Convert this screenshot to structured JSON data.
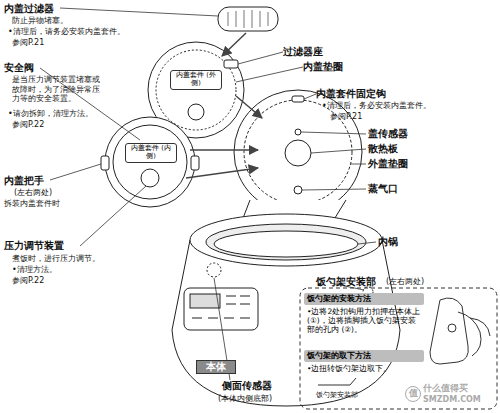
{
  "diagram": {
    "nodes": [
      {
        "text": [
          "内盖套件 (外侧)"
        ]
      },
      {
        "text": [
          "内盖套件 (内侧)"
        ]
      },
      {
        "text": [
          "本体"
        ]
      },
      {
        "text": [
          "饭勺架的安装方法",
          "•边将2处扣钩用力扣押在本体上 (①)，边将插脚插入饭勺架安装部的孔内 (②)。"
        ]
      },
      {
        "text": [
          "饭勺架的取下方法",
          "•边扭转饭勺架边取下。"
        ]
      }
    ],
    "labels": [
      "内盖过滤器",
      "防止异物堵塞。",
      "•清理后，请务必安装内盖套件。",
      "参阅P.21",
      "过滤器座",
      "内盖垫圈",
      "安全阀",
      "是当压力调节装置堵塞或故障时，为了消除异常压力等的安全装置。",
      "•请勿拆卸，清理方法。",
      "参阅P.22",
      "内盖套件固定钩",
      "•清理后，务必安装内盖套件。",
      "参阅P.21",
      "盖传感器",
      "散热板",
      "外盖垫圈",
      "蒸气口",
      "内盖把手",
      "(左右两处)",
      "拆装内盖套件时",
      "内锅",
      "压力调节装置",
      "煮饭时，进行压力调节。",
      "•清理方法。",
      "参阅P.22",
      "饭勺架安装部",
      "(左右两处)",
      "饭勺架安装部",
      "侧面传感器",
      "(本体内侧底部)",
      "值",
      "什么值得买",
      "SMZDM.COM"
    ]
  }
}
